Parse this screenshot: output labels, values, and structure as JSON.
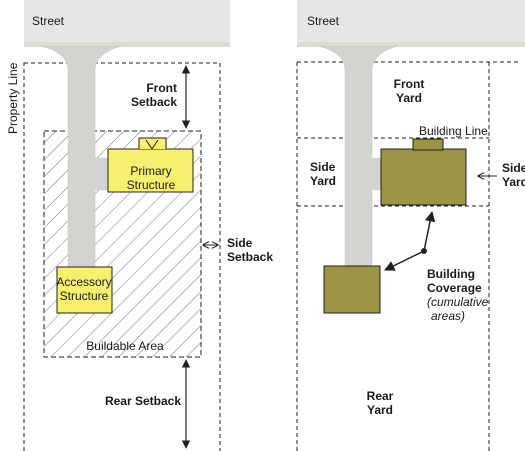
{
  "left": {
    "street": "Street",
    "property_line": "Property Line",
    "front_setback": [
      "Front",
      "Setback"
    ],
    "primary_structure": [
      "Primary",
      "Structure"
    ],
    "side_setback": [
      "Side",
      "Setback"
    ],
    "accessory_structure": [
      "Accessory",
      "Structure"
    ],
    "buildable_area": "Buildable Area",
    "rear_setback": "Rear Setback"
  },
  "right": {
    "street": "Street",
    "front_yard": [
      "Front",
      "Yard"
    ],
    "building_line": "Building Line",
    "side_yard_left": [
      "Side",
      "Yard"
    ],
    "side_yard_right": [
      "Side",
      "Yard"
    ],
    "building_coverage": [
      "Building",
      "Coverage"
    ],
    "cumulative_areas": [
      "(cumulative",
      "areas)"
    ],
    "rear_yard": [
      "Rear",
      "Yard"
    ]
  },
  "colors": {
    "street": "#e6e6e6",
    "driveway": "#d3d3cf",
    "structure_fill": "#f7ef6e",
    "coverage_fill": "#9c9345",
    "outline": "#222222"
  }
}
